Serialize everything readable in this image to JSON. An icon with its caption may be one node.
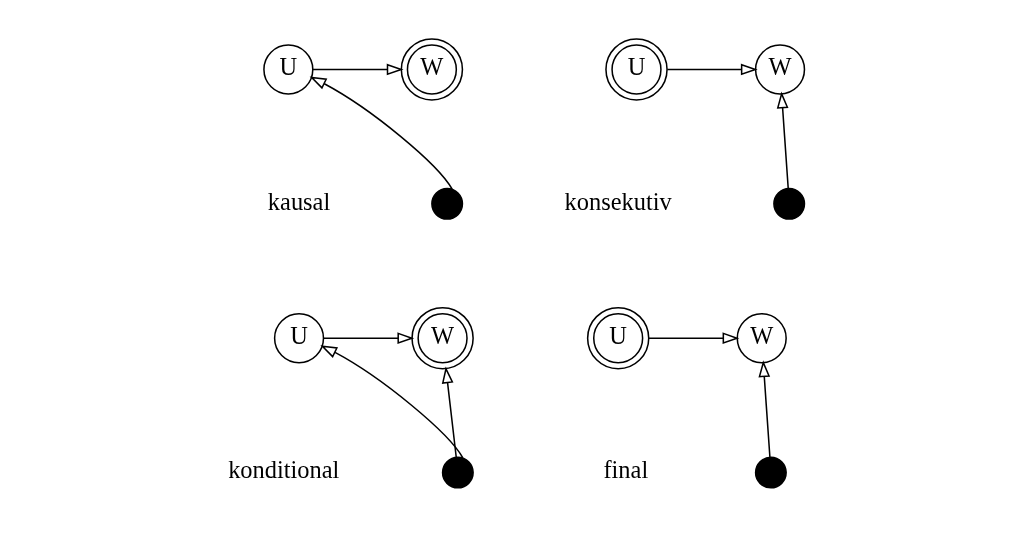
{
  "diagram": {
    "nodes": [
      {
        "text": [
          "U"
        ]
      },
      {
        "text": [
          "W"
        ]
      },
      {
        "text": [],
        "shape": "circle"
      },
      {
        "text": [
          "U"
        ]
      },
      {
        "text": [
          "W"
        ]
      },
      {
        "text": [],
        "shape": "circle"
      },
      {
        "text": [
          "U"
        ]
      },
      {
        "text": [
          "W"
        ]
      },
      {
        "text": [],
        "shape": "circle"
      },
      {
        "text": [
          "U"
        ]
      },
      {
        "text": [
          "W"
        ]
      },
      {
        "text": [],
        "shape": "circle"
      }
    ],
    "edges": [
      {
        "from": 0,
        "to": 1,
        "arrow": "to"
      },
      {
        "from": 2,
        "to": 0,
        "arrow": "to"
      },
      {
        "from": 3,
        "to": 4,
        "arrow": "to"
      },
      {
        "from": 5,
        "to": 4,
        "arrow": "to"
      },
      {
        "from": 6,
        "to": 7,
        "arrow": "to"
      },
      {
        "from": 8,
        "to": 6,
        "arrow": "to"
      },
      {
        "from": 8,
        "to": 7,
        "arrow": "to"
      },
      {
        "from": 9,
        "to": 10,
        "arrow": "to"
      },
      {
        "from": 11,
        "to": 10,
        "arrow": "to"
      }
    ],
    "labels": [
      "kausal",
      "konsekutiv",
      "konditional",
      "final"
    ]
  }
}
